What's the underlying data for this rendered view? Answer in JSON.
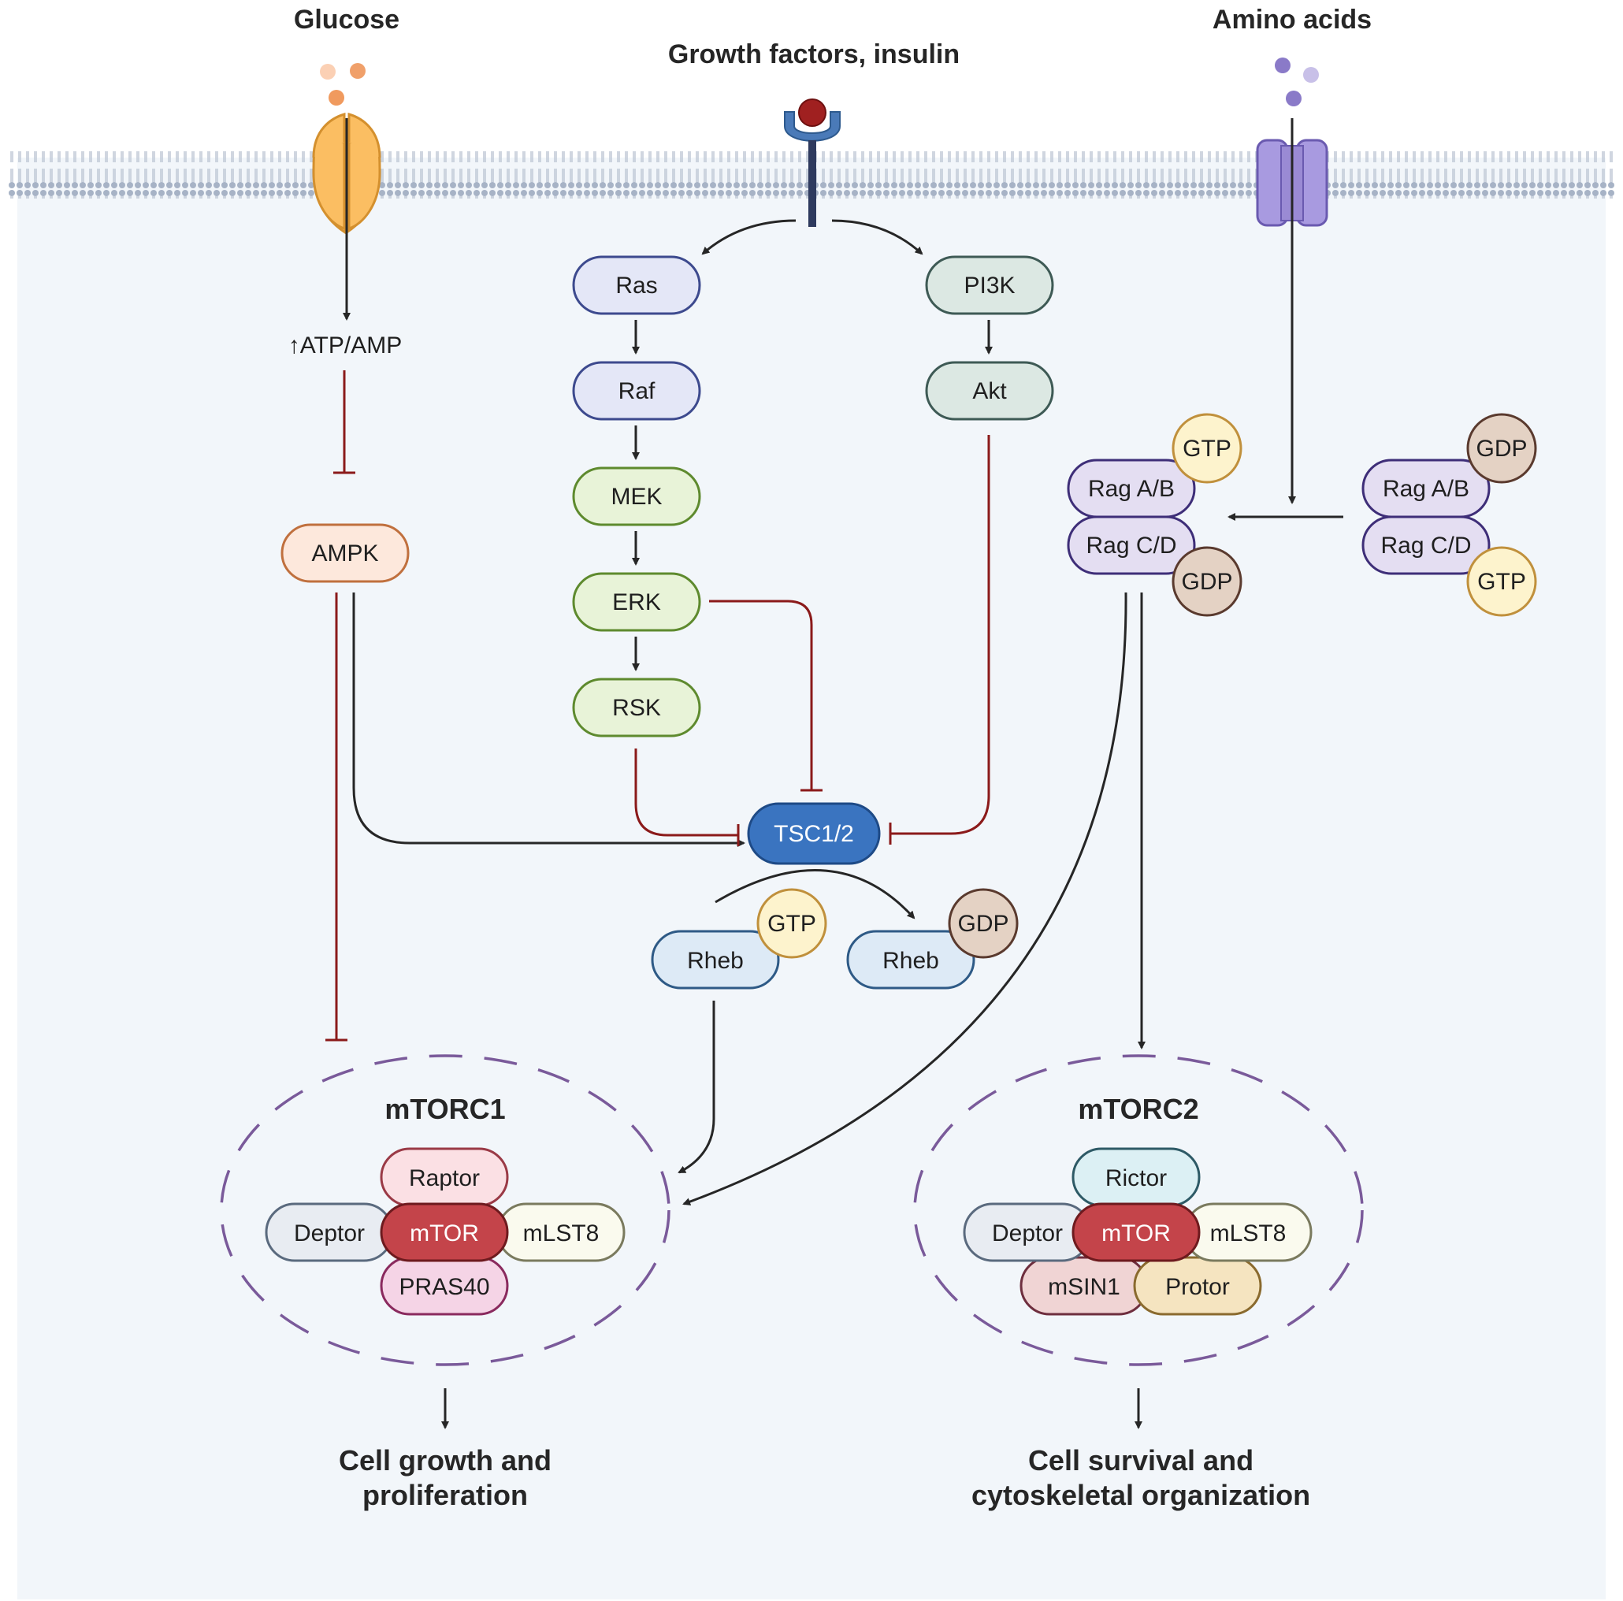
{
  "inputs": {
    "glucose": "Glucose",
    "growth_factors": "Growth factors, insulin",
    "amino_acids": "Amino acids"
  },
  "metabolite": {
    "atp_amp": "↑ATP/AMP"
  },
  "nodes": {
    "ampk": "AMPK",
    "ras": "Ras",
    "raf": "Raf",
    "mek": "MEK",
    "erk": "ERK",
    "rsk": "RSK",
    "pi3k": "PI3K",
    "akt": "Akt",
    "tsc": "TSC1/2",
    "rheb_active": "Rheb",
    "rheb_inactive": "Rheb",
    "rag_ab_active": "Rag A/B",
    "rag_cd_active": "Rag C/D",
    "rag_ab_inactive": "Rag A/B",
    "rag_cd_inactive": "Rag C/D"
  },
  "nucleotides": {
    "gtp": "GTP",
    "gdp": "GDP"
  },
  "mtorc1": {
    "title": "mTORC1",
    "raptor": "Raptor",
    "deptor": "Deptor",
    "mtor": "mTOR",
    "mlst8": "mLST8",
    "pras40": "PRAS40"
  },
  "mtorc2": {
    "title": "mTORC2",
    "rictor": "Rictor",
    "deptor": "Deptor",
    "mtor": "mTOR",
    "mlst8": "mLST8",
    "msin1": "mSIN1",
    "protor": "Protor"
  },
  "outcomes": {
    "mtorc1_line1": "Cell growth and",
    "mtorc1_line2": "proliferation",
    "mtorc2_line1": "Cell survival and",
    "mtorc2_line2": "cytoskeletal organization"
  },
  "colors": {
    "activation": "#262626",
    "inhibition": "#8b1a1a",
    "complex_outline": "#7a5a9a",
    "cytoplasm": "#f2f6fa",
    "membrane": "#9aa9bd",
    "mapk_fill": "#e4e7f7",
    "mapk_stroke": "#3d4a8e",
    "erk_fill": "#e8f3d8",
    "erk_stroke": "#5e8a2e",
    "pi3k_fill": "#dce8e3",
    "pi3k_stroke": "#3e5a55",
    "ampk_fill": "#fde8dc",
    "ampk_stroke": "#c0703e",
    "tsc_fill": "#3a74c0",
    "tsc_stroke": "#1e4a86",
    "rheb_fill": "#ddeaf6",
    "rheb_stroke": "#2e5a86",
    "rag_fill": "#e4def2",
    "rag_stroke": "#3e2e78",
    "gtp_fill": "#fdf3cd",
    "gtp_stroke": "#c0903c",
    "gdp_fill": "#e4d2c4",
    "gdp_stroke": "#5a3a2e",
    "mtor_fill": "#c4444a",
    "mtor_stroke": "#6e1a1e",
    "raptor_fill": "#fbe0e4",
    "raptor_stroke": "#9a3a46",
    "deptor_fill": "#e8ecf2",
    "deptor_stroke": "#5a6a7e",
    "mlst8_fill": "#fafaee",
    "mlst8_stroke": "#7a7a5e",
    "pras40_fill": "#f5d4e6",
    "pras40_stroke": "#8a2a5e",
    "rictor_fill": "#dcf0f4",
    "rictor_stroke": "#2e5a66",
    "msin1_fill": "#f0d4d4",
    "msin1_stroke": "#6e2e3e",
    "protor_fill": "#f5e4c0",
    "protor_stroke": "#8a6a2e",
    "glucose_transporter": "#fbbe62",
    "aa_transporter": "#a89ae0",
    "receptor": "#4a7ab8",
    "ligand": "#a02020"
  }
}
